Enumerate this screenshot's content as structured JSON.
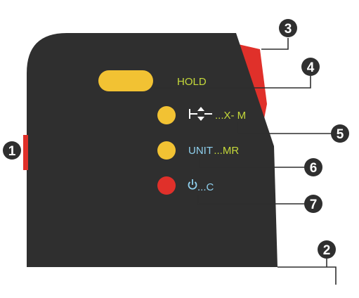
{
  "device": {
    "body_color": "#2f2f2f",
    "accent_red": "#e0302a",
    "button_yellow": "#f2c233",
    "label_green": "#c5d93a",
    "label_blue": "#8fd0ee"
  },
  "labels": {
    "hold": "HOLD",
    "measure_mode": "...X- M",
    "unit": "UNIT",
    "unit_suffix": "...MR",
    "power": "...C"
  },
  "icons": {
    "power": "power-icon",
    "measure": "distance-arrows-icon"
  },
  "callouts": [
    "1",
    "2",
    "3",
    "4",
    "5",
    "6",
    "7"
  ]
}
